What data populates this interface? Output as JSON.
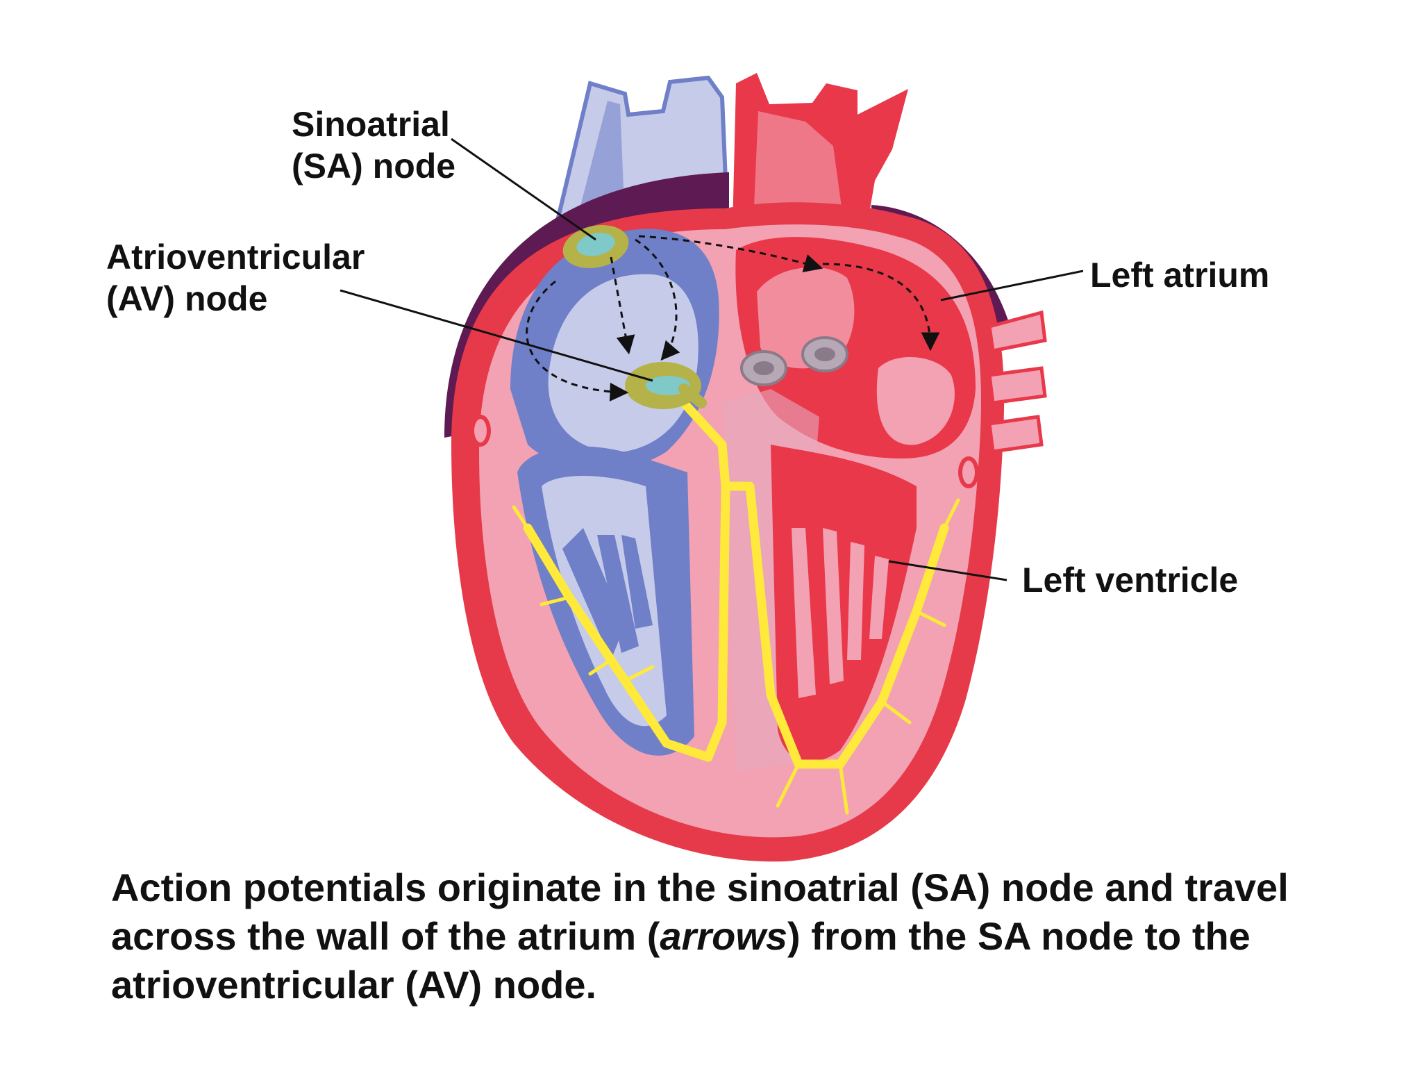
{
  "labels": {
    "sa_node": [
      "Sinoatrial",
      "(SA) node"
    ],
    "av_node": [
      "Atrioventricular",
      "(AV) node"
    ],
    "left_atrium": "Left atrium",
    "left_ventricle": "Left ventricle"
  },
  "caption": {
    "line1": "Action potentials originate in the sinoatrial (SA) node and travel",
    "line2_before": "across the wall of the atrium (",
    "line2_italic": "arrows",
    "line2_after": ") from the SA node to the",
    "line3": "atrioventricular (AV) node."
  },
  "colors": {
    "myocardium": "#f2a2b2",
    "outer_wall": "#e63a4a",
    "deoxygenated_blue": "#6f7fc8",
    "pale_blue": "#c5cbe8",
    "oxygenated_red": "#e8384a",
    "fat_purple": "#5e1a52",
    "conduction_yellow": "#ffe93a",
    "node_olive": "#b5b24a",
    "node_teal": "#7fc9c8"
  }
}
